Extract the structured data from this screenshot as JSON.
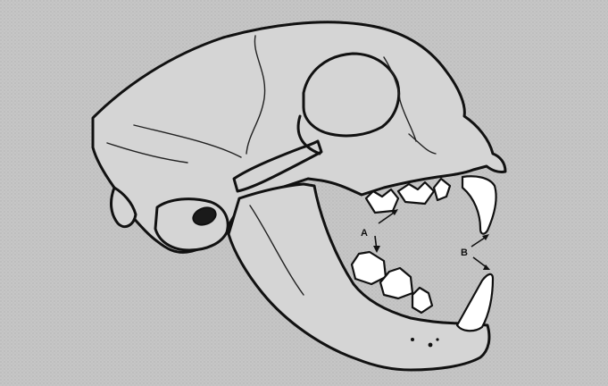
{
  "figure": {
    "background_color": "#c8c8c8",
    "bone_color": "#d5d5d5",
    "line_color": "#111111",
    "labels": [
      {
        "id": "A",
        "text": "A"
      },
      {
        "id": "B",
        "text": "B"
      }
    ]
  }
}
